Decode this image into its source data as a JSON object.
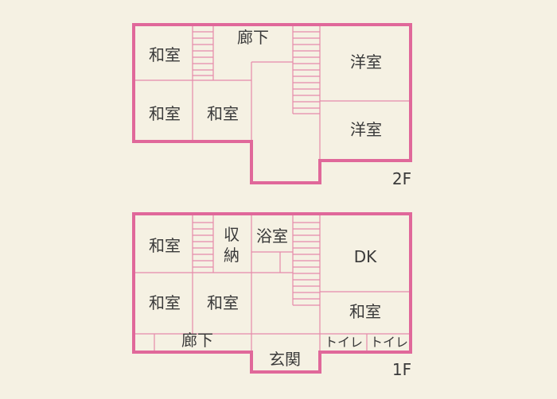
{
  "colors": {
    "background": "#f5f1e3",
    "outer_wall": "#e0689a",
    "inner_wall": "#e58aaa",
    "text": "#3a3a3a"
  },
  "floors": [
    {
      "id": "2f",
      "label": "2F",
      "rooms": [
        {
          "id": "washitsu-top-left",
          "label": "和室"
        },
        {
          "id": "rouka",
          "label": "廊下"
        },
        {
          "id": "youshitsu-top",
          "label": "洋室"
        },
        {
          "id": "washitsu-bottom-left",
          "label": "和室"
        },
        {
          "id": "washitsu-bottom-mid",
          "label": "和室"
        },
        {
          "id": "youshitsu-bottom",
          "label": "洋室"
        }
      ]
    },
    {
      "id": "1f",
      "label": "1F",
      "rooms": [
        {
          "id": "washitsu-top-left",
          "label": "和室"
        },
        {
          "id": "shuunou-1",
          "label": "収"
        },
        {
          "id": "shuunou-2",
          "label": "納"
        },
        {
          "id": "yokushitsu",
          "label": "浴室"
        },
        {
          "id": "dk",
          "label": "DK"
        },
        {
          "id": "washitsu-bottom-left",
          "label": "和室"
        },
        {
          "id": "washitsu-bottom-mid",
          "label": "和室"
        },
        {
          "id": "washitsu-right",
          "label": "和室"
        },
        {
          "id": "rouka",
          "label": "廊下"
        },
        {
          "id": "genkan",
          "label": "玄関"
        },
        {
          "id": "toilet-1",
          "label": "トイレ"
        },
        {
          "id": "toilet-2",
          "label": "トイレ"
        }
      ]
    }
  ]
}
